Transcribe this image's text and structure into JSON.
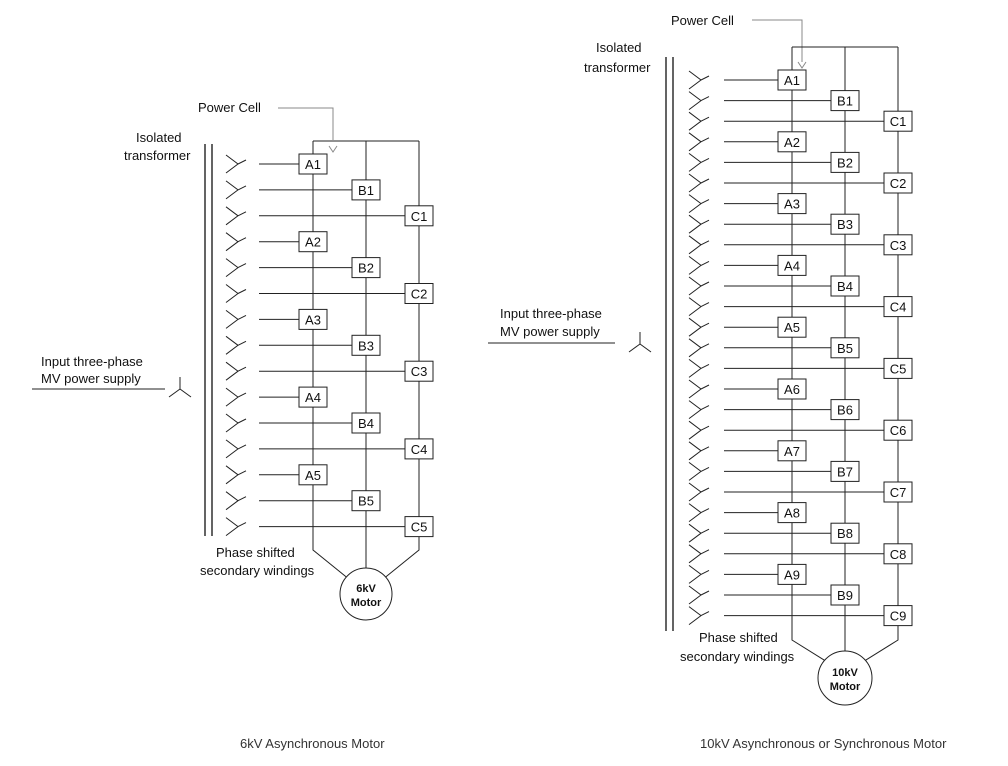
{
  "left": {
    "power_cell_label": "Power Cell",
    "transformer_label_1": "Isolated",
    "transformer_label_2": "transformer",
    "input_label_1": "Input three-phase",
    "input_label_2": "MV power supply",
    "windings_label_1": "Phase shifted",
    "windings_label_2": "secondary windings",
    "motor_label_1": "6kV",
    "motor_label_2": "Motor",
    "caption": "6kV Asynchronous Motor",
    "cells": [
      "A1",
      "B1",
      "C1",
      "A2",
      "B2",
      "C2",
      "A3",
      "B3",
      "C3",
      "A4",
      "B4",
      "C4",
      "A5",
      "B5",
      "C5"
    ]
  },
  "right": {
    "power_cell_label": "Power Cell",
    "transformer_label_1": "Isolated",
    "transformer_label_2": "transformer",
    "input_label_1": "Input three-phase",
    "input_label_2": "MV power supply",
    "windings_label_1": "Phase shifted",
    "windings_label_2": "secondary windings",
    "motor_label_1": "10kV",
    "motor_label_2": "Motor",
    "caption": "10kV Asynchronous or Synchronous Motor",
    "cells": [
      "A1",
      "B1",
      "C1",
      "A2",
      "B2",
      "C2",
      "A3",
      "B3",
      "C3",
      "A4",
      "B4",
      "C4",
      "A5",
      "B5",
      "C5",
      "A6",
      "B6",
      "C6",
      "A7",
      "B7",
      "C7",
      "A8",
      "B8",
      "C8",
      "A9",
      "B9",
      "C9"
    ]
  }
}
